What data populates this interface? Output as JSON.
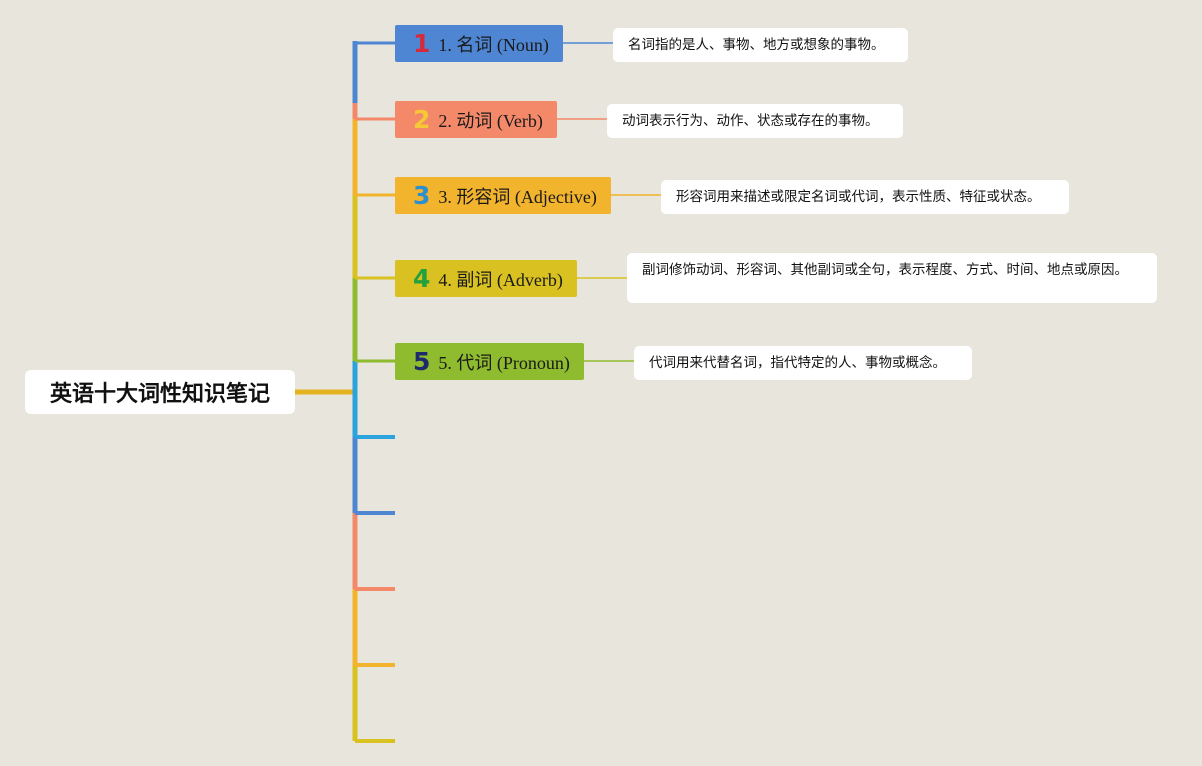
{
  "root": {
    "title": "英语十大词性知识笔记"
  },
  "branches": [
    {
      "number": "1",
      "label": "1. 名词 (Noun)",
      "note": "名词指的是人、事物、地方或想象的事物。",
      "color": "#4f86d4",
      "number_color": "#d42a3c"
    },
    {
      "number": "2",
      "label": "2. 动词 (Verb)",
      "note": "动词表示行为、动作、状态或存在的事物。",
      "color": "#f4896a",
      "number_color": "#f5c935"
    },
    {
      "number": "3",
      "label": "3. 形容词 (Adjective)",
      "note": "形容词用来描述或限定名词或代词，表示性质、特征或状态。",
      "color": "#f2b32d",
      "number_color": "#2b8fd0"
    },
    {
      "number": "4",
      "label": "4. 副词 (Adverb)",
      "note": "副词修饰动词、形容词、其他副词或全句，表示程度、方式、时间、地点或原因。",
      "color": "#d9c121",
      "number_color": "#25a13c"
    },
    {
      "number": "5",
      "label": "5. 代词 (Pronoun)",
      "note": "代词用来代替名词，指代特定的人、事物或概念。",
      "color": "#8fbb2e",
      "number_color": "#1d2a6b"
    }
  ],
  "empty_branch_colors": [
    "#2ba3dd",
    "#4f86d4",
    "#f4896a",
    "#f2b32d",
    "#d9c121"
  ],
  "trunk_color": "#e3b320"
}
